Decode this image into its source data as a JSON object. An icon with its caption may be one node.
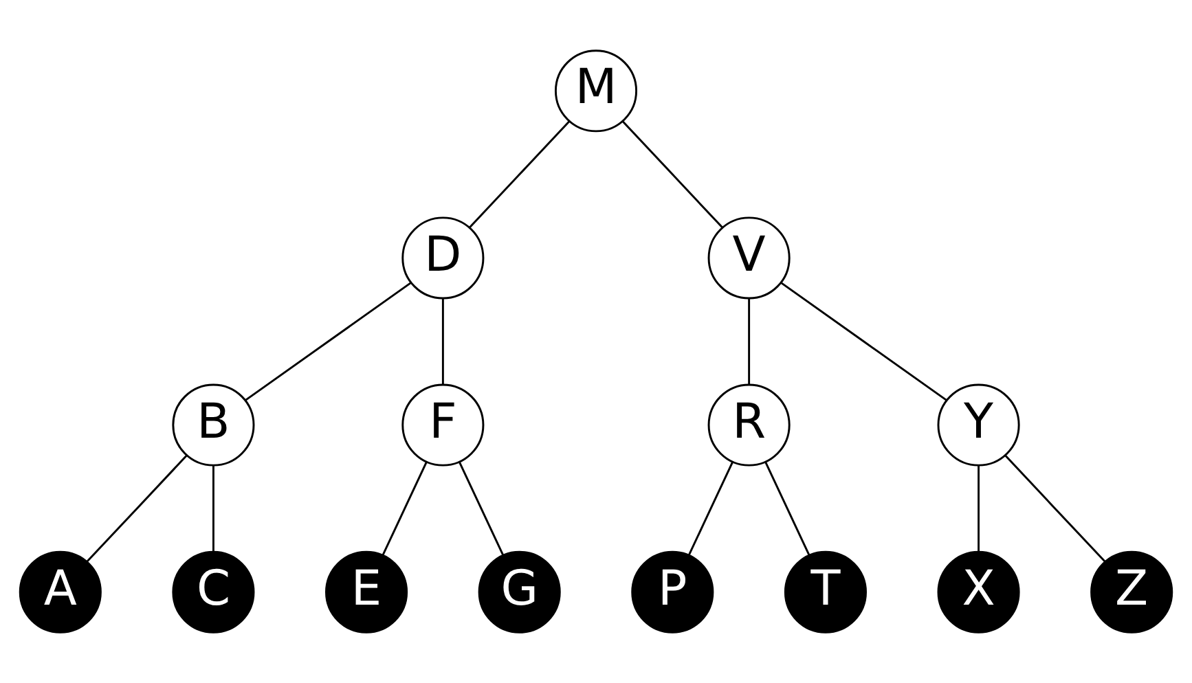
{
  "diagram": {
    "nodes": [
      {
        "text": [
          "M"
        ]
      },
      {
        "text": [
          "D"
        ]
      },
      {
        "text": [
          "V"
        ]
      },
      {
        "text": [
          "B"
        ]
      },
      {
        "text": [
          "F"
        ]
      },
      {
        "text": [
          "R"
        ]
      },
      {
        "text": [
          "Y"
        ]
      },
      {
        "text": [
          "A"
        ]
      },
      {
        "text": [
          "C"
        ]
      },
      {
        "text": [
          "E"
        ]
      },
      {
        "text": [
          "G"
        ]
      },
      {
        "text": [
          "P"
        ]
      },
      {
        "text": [
          "T"
        ]
      },
      {
        "text": [
          "X"
        ]
      },
      {
        "text": [
          "Z"
        ]
      }
    ],
    "edges": [
      {
        "from": 0,
        "to": 1,
        "arrow": "none"
      },
      {
        "from": 0,
        "to": 2,
        "arrow": "none"
      },
      {
        "from": 1,
        "to": 3,
        "arrow": "none"
      },
      {
        "from": 1,
        "to": 4,
        "arrow": "none"
      },
      {
        "from": 2,
        "to": 5,
        "arrow": "none"
      },
      {
        "from": 2,
        "to": 6,
        "arrow": "none"
      },
      {
        "from": 3,
        "to": 7,
        "arrow": "none"
      },
      {
        "from": 3,
        "to": 8,
        "arrow": "none"
      },
      {
        "from": 4,
        "to": 9,
        "arrow": "none"
      },
      {
        "from": 4,
        "to": 10,
        "arrow": "none"
      },
      {
        "from": 5,
        "to": 11,
        "arrow": "none"
      },
      {
        "from": 5,
        "to": 12,
        "arrow": "none"
      },
      {
        "from": 6,
        "to": 13,
        "arrow": "none"
      },
      {
        "from": 6,
        "to": 14,
        "arrow": "none"
      }
    ]
  }
}
